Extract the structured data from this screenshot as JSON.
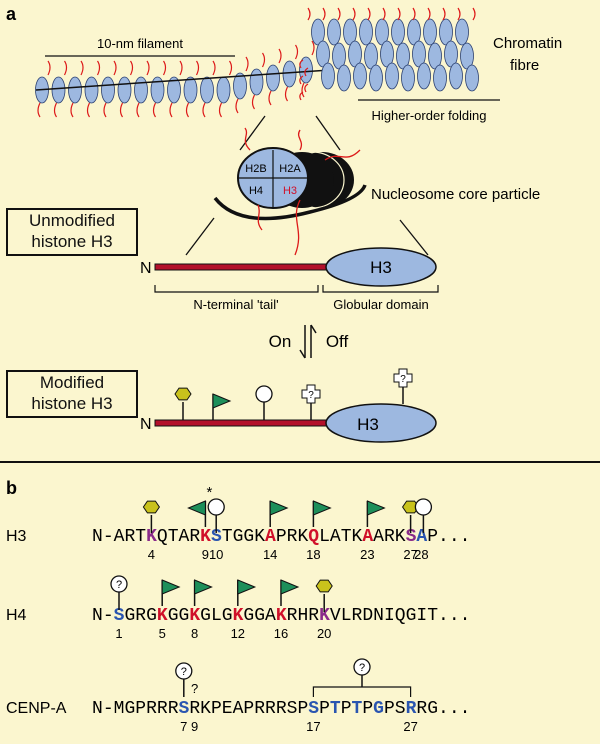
{
  "panel_a": {
    "label": "a",
    "filament_label": "10-nm filament",
    "chromatin_label_1": "Chromatin",
    "chromatin_label_2": "fibre",
    "folding_label": "Higher-order folding",
    "nucleosome_label": "Nucleosome core particle",
    "histones": {
      "h2b": "H2B",
      "h2a": "H2A",
      "h4": "H4",
      "h3": "H3"
    },
    "unmodified_box": [
      "Unmodified",
      "histone H3"
    ],
    "modified_box": [
      "Modified",
      "histone H3"
    ],
    "n_terminus": "N",
    "globular_text": "H3",
    "tail_label": "N-terminal 'tail'",
    "globular_label": "Globular domain",
    "on_label": "On",
    "off_label": "Off",
    "unknown_mark": "?"
  },
  "panel_b": {
    "label": "b",
    "asterisk": "*",
    "rows": [
      {
        "name": "H3",
        "prefix": "N-ART",
        "seq": "N-ARTKQTARKSTGGKAPRKQLATKAARKSAP...",
        "numbers": [
          "4",
          "9",
          "10",
          "14",
          "18",
          "23",
          "27",
          "28"
        ]
      },
      {
        "name": "H4",
        "prefix": "N-",
        "seq": "N-SGRGKGGKGLGKGGAKRHRKVLRDNIQGIT...",
        "numbers": [
          "1",
          "5",
          "8",
          "12",
          "16",
          "20"
        ]
      },
      {
        "name": "CENP-A",
        "prefix": "N-MGPRRR",
        "seq": "N-MGPRRRSRKPEAPRRRSPSPTPTPGPSRRG...",
        "numbers": [
          "7",
          "9",
          "17",
          "27"
        ]
      }
    ]
  },
  "colors": {
    "background": "#fbf6cf",
    "nucleosome": "#9db8e0",
    "tail": "#b3102a",
    "acetyl_flag": "#1d8f5a",
    "methyl_hex": "#c9c21c",
    "lysine_red": "#d0102a",
    "serine_blue": "#2a55b0",
    "dual_purple": "#8a2a8a",
    "dna_red": "#dd1a1a"
  },
  "icons": [
    "acetylation-flag-icon",
    "methylation-hexagon-icon",
    "phosphorylation-circle-icon",
    "unknown-modification-icon"
  ]
}
